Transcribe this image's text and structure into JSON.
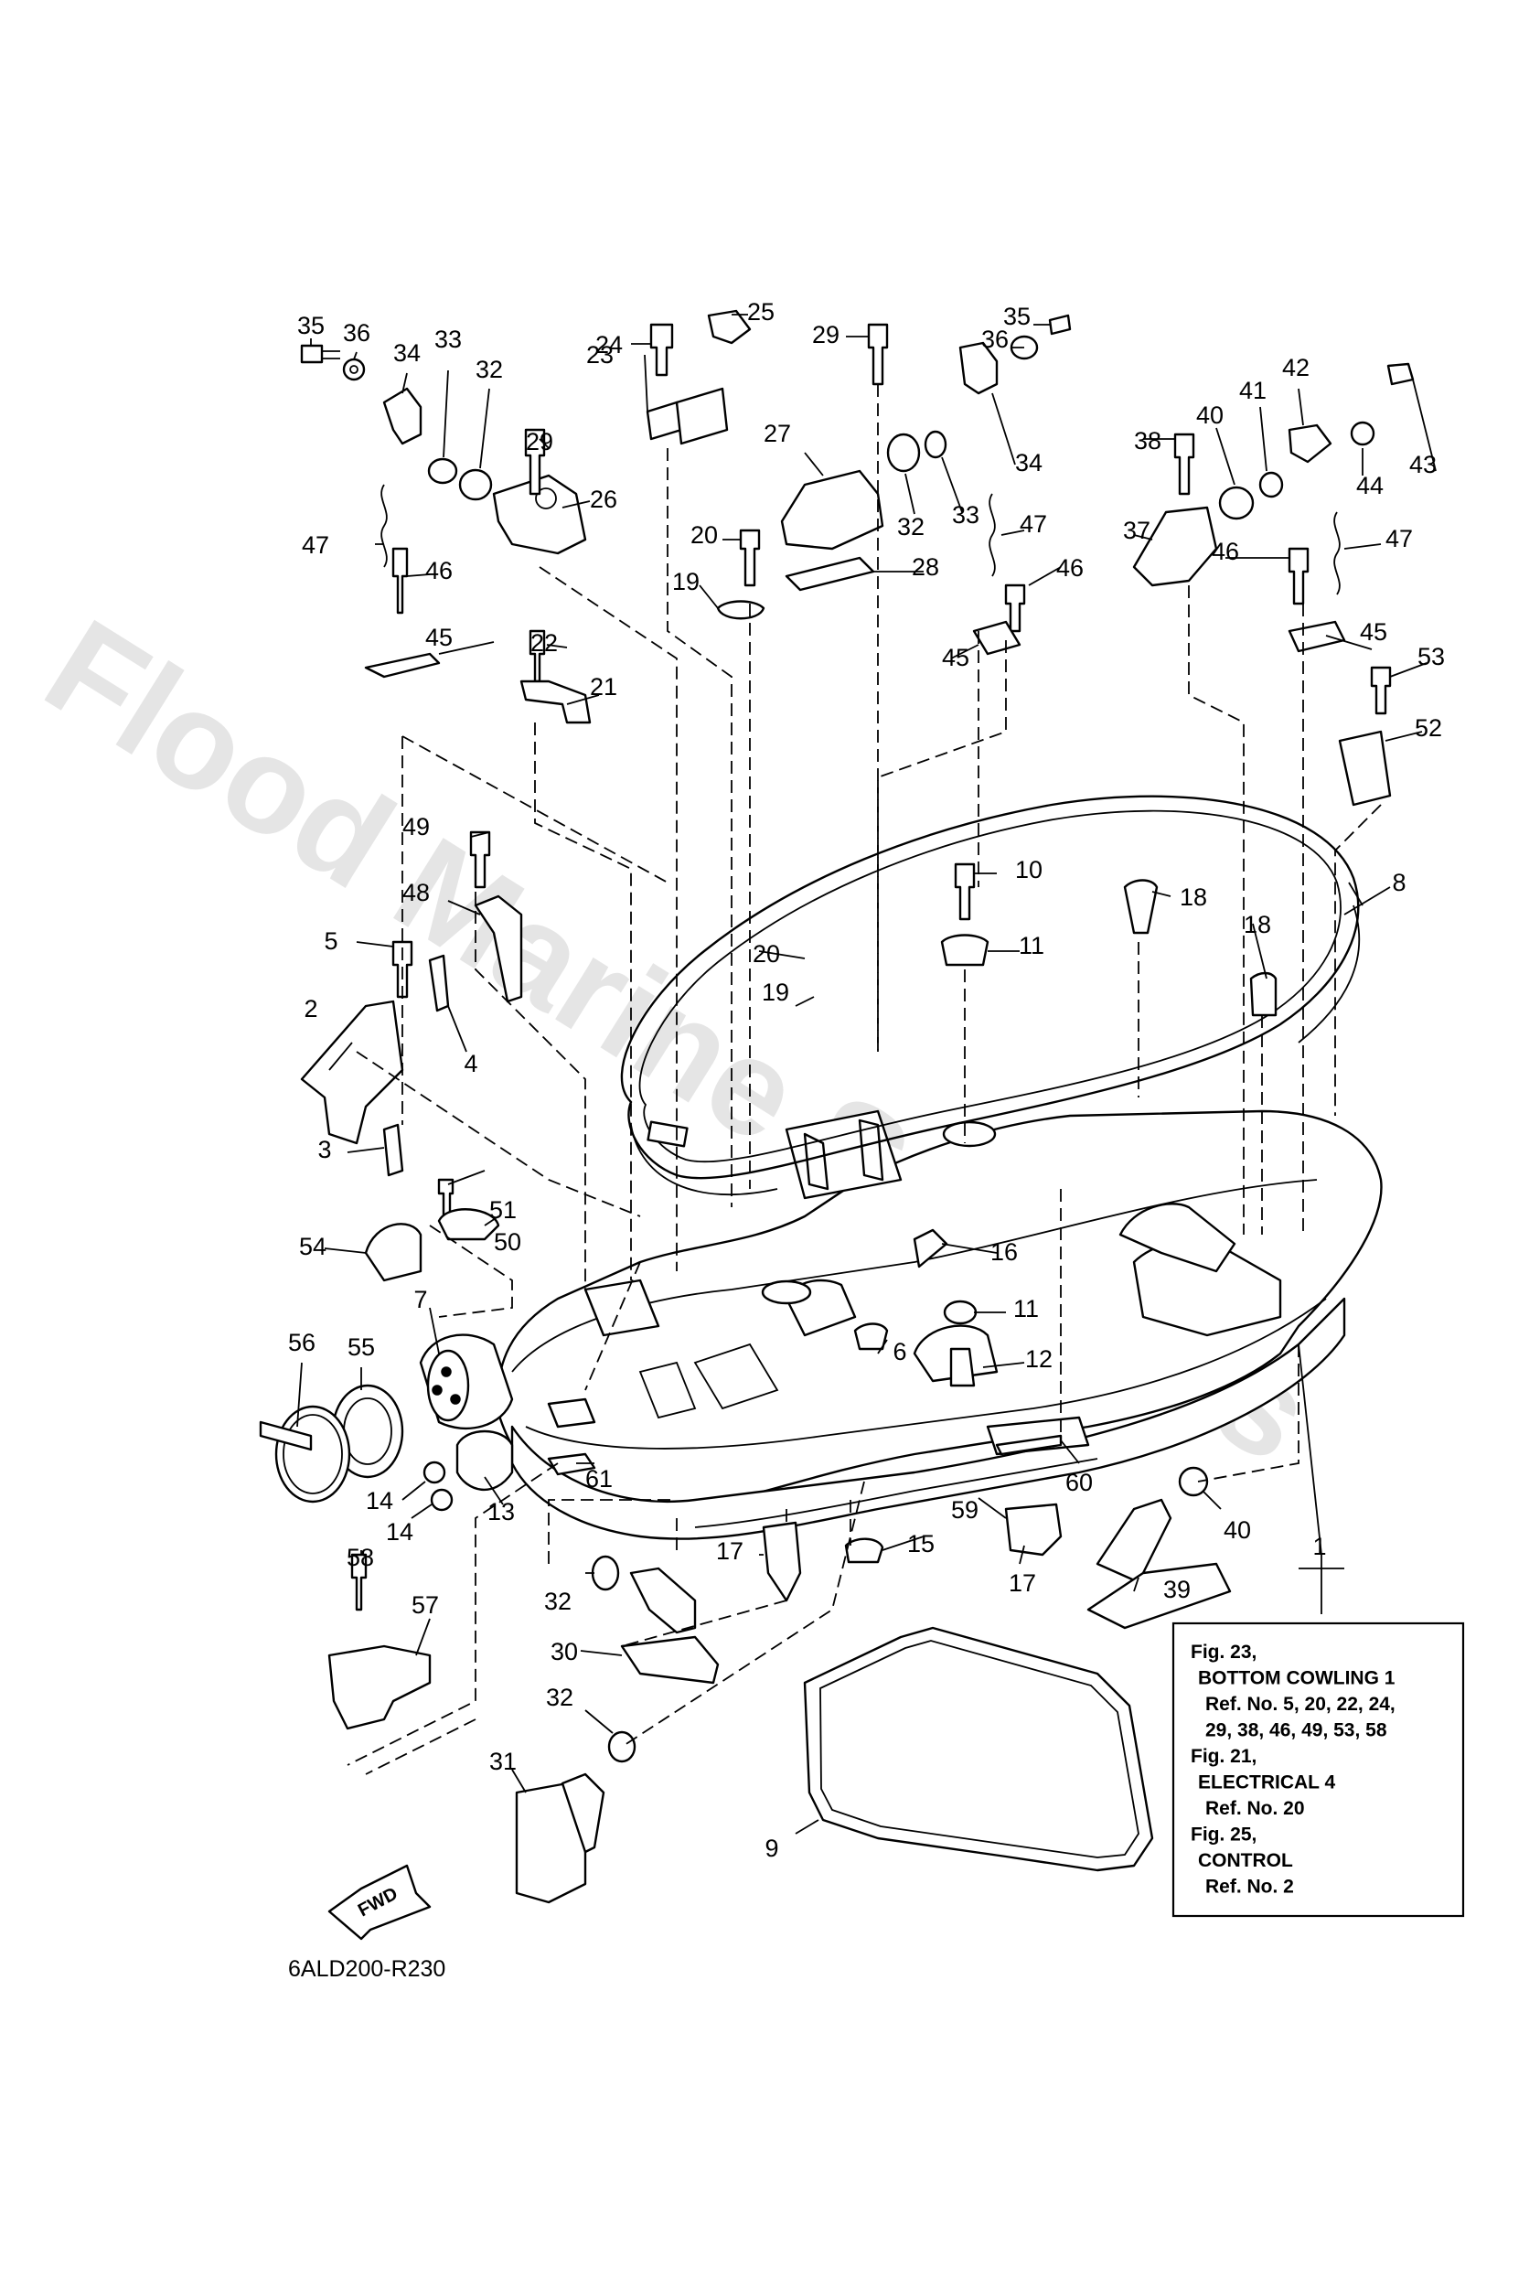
{
  "watermark": "Flood Marine Services",
  "drawing_code": "6ALD200-R230",
  "fwd_label": "FWD",
  "reference_box": [
    "Fig. 23,",
    "  BOTTOM COWLING 1",
    "    Ref. No. 5, 20, 22, 24,",
    "    29, 38, 46, 49, 53, 58",
    "Fig. 21,",
    "  ELECTRICAL 4",
    "    Ref. No. 20",
    "Fig. 25,",
    "  CONTROL",
    "    Ref. No. 2"
  ],
  "callouts": [
    "35",
    "36",
    "34",
    "33",
    "32",
    "29",
    "26",
    "47",
    "46",
    "45",
    "22",
    "21",
    "24",
    "25",
    "23",
    "27",
    "20",
    "19",
    "28",
    "29",
    "32",
    "33",
    "34",
    "35",
    "36",
    "47",
    "46",
    "45",
    "38",
    "40",
    "41",
    "42",
    "44",
    "43",
    "37",
    "47",
    "46",
    "45",
    "53",
    "52",
    "49",
    "48",
    "5",
    "4",
    "2",
    "3",
    "51",
    "50",
    "54",
    "10",
    "11",
    "18",
    "18",
    "8",
    "20",
    "19",
    "16",
    "11",
    "6",
    "12",
    "7",
    "55",
    "56",
    "14",
    "14",
    "13",
    "61",
    "59",
    "60",
    "40",
    "39",
    "17",
    "15",
    "17",
    "32",
    "30",
    "58",
    "57",
    "32",
    "31",
    "9",
    "1"
  ]
}
